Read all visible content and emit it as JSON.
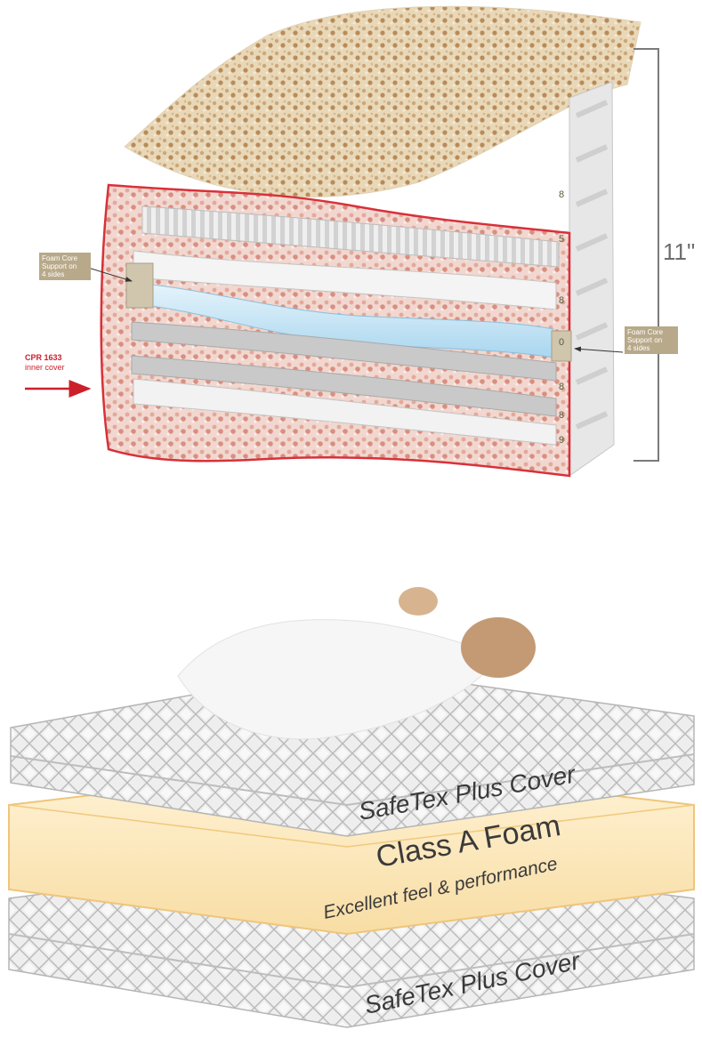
{
  "cross_section": {
    "height_label": "11\"",
    "callout_left": "Foam Core\nSupport on\n4 sides",
    "callout_right": "Foam Core\nSupport on\n4 sides",
    "cover_label_line1": "CPR 1633",
    "cover_label_line2": "inner cover",
    "layer_markers": [
      "8",
      "5",
      "8",
      "0",
      "8",
      "8",
      "9"
    ]
  },
  "exploded_view": {
    "top_layer_label": "SafeTex Plus Cover",
    "core_label": "Class A Foam",
    "core_sublabel": "Excellent feel & performance",
    "bottom_layer_label": "SafeTex Plus Cover"
  },
  "colors": {
    "outline_red": "#d8313a",
    "cover_arrow_red": "#cc1f2a",
    "foam_cream": "#fbe6b7",
    "foam_edge": "#f3cd86",
    "gel_blue": "#cfe9f7",
    "callout_tan": "#b8a98a",
    "quilt_gray": "#d9d9d9",
    "label_text": "#3a3a3a"
  }
}
